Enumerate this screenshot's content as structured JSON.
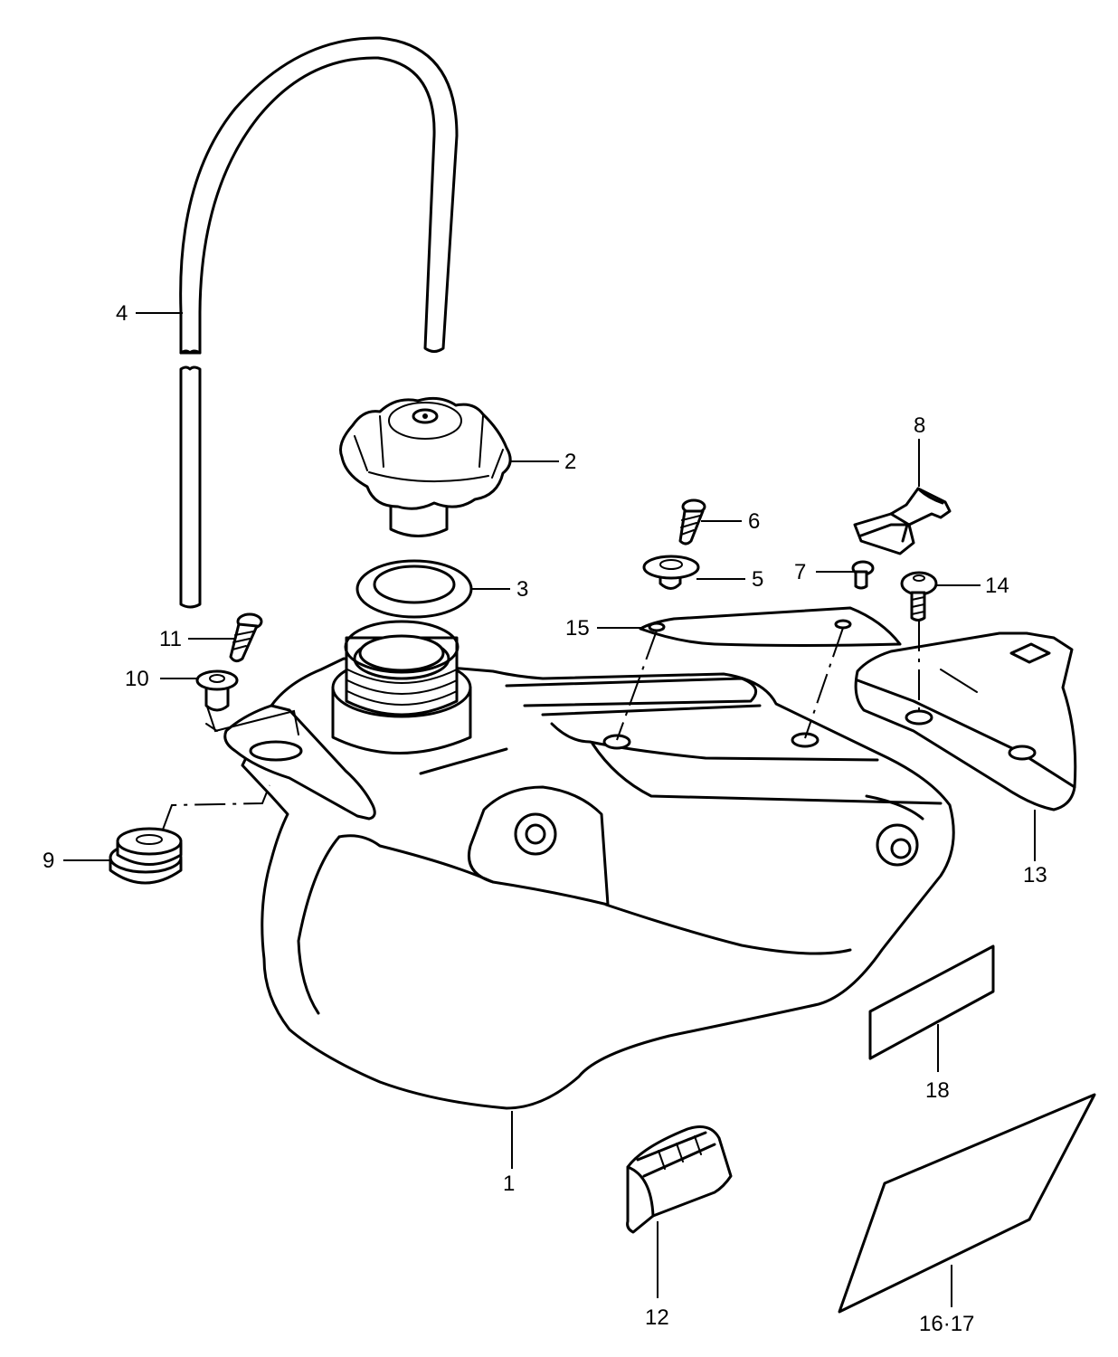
{
  "diagram": {
    "type": "exploded parts diagram",
    "line_color": "#000000",
    "background_color": "#ffffff",
    "callouts": [
      {
        "id": "c1",
        "label": "1"
      },
      {
        "id": "c2",
        "label": "2"
      },
      {
        "id": "c3",
        "label": "3"
      },
      {
        "id": "c4",
        "label": "4"
      },
      {
        "id": "c5",
        "label": "5"
      },
      {
        "id": "c6",
        "label": "6"
      },
      {
        "id": "c7",
        "label": "7"
      },
      {
        "id": "c8",
        "label": "8"
      },
      {
        "id": "c9",
        "label": "9"
      },
      {
        "id": "c10",
        "label": "10"
      },
      {
        "id": "c11",
        "label": "11"
      },
      {
        "id": "c12",
        "label": "12"
      },
      {
        "id": "c13",
        "label": "13"
      },
      {
        "id": "c14",
        "label": "14"
      },
      {
        "id": "c15",
        "label": "15"
      },
      {
        "id": "c16-17",
        "label": "16·17"
      },
      {
        "id": "c18",
        "label": "18"
      }
    ]
  }
}
